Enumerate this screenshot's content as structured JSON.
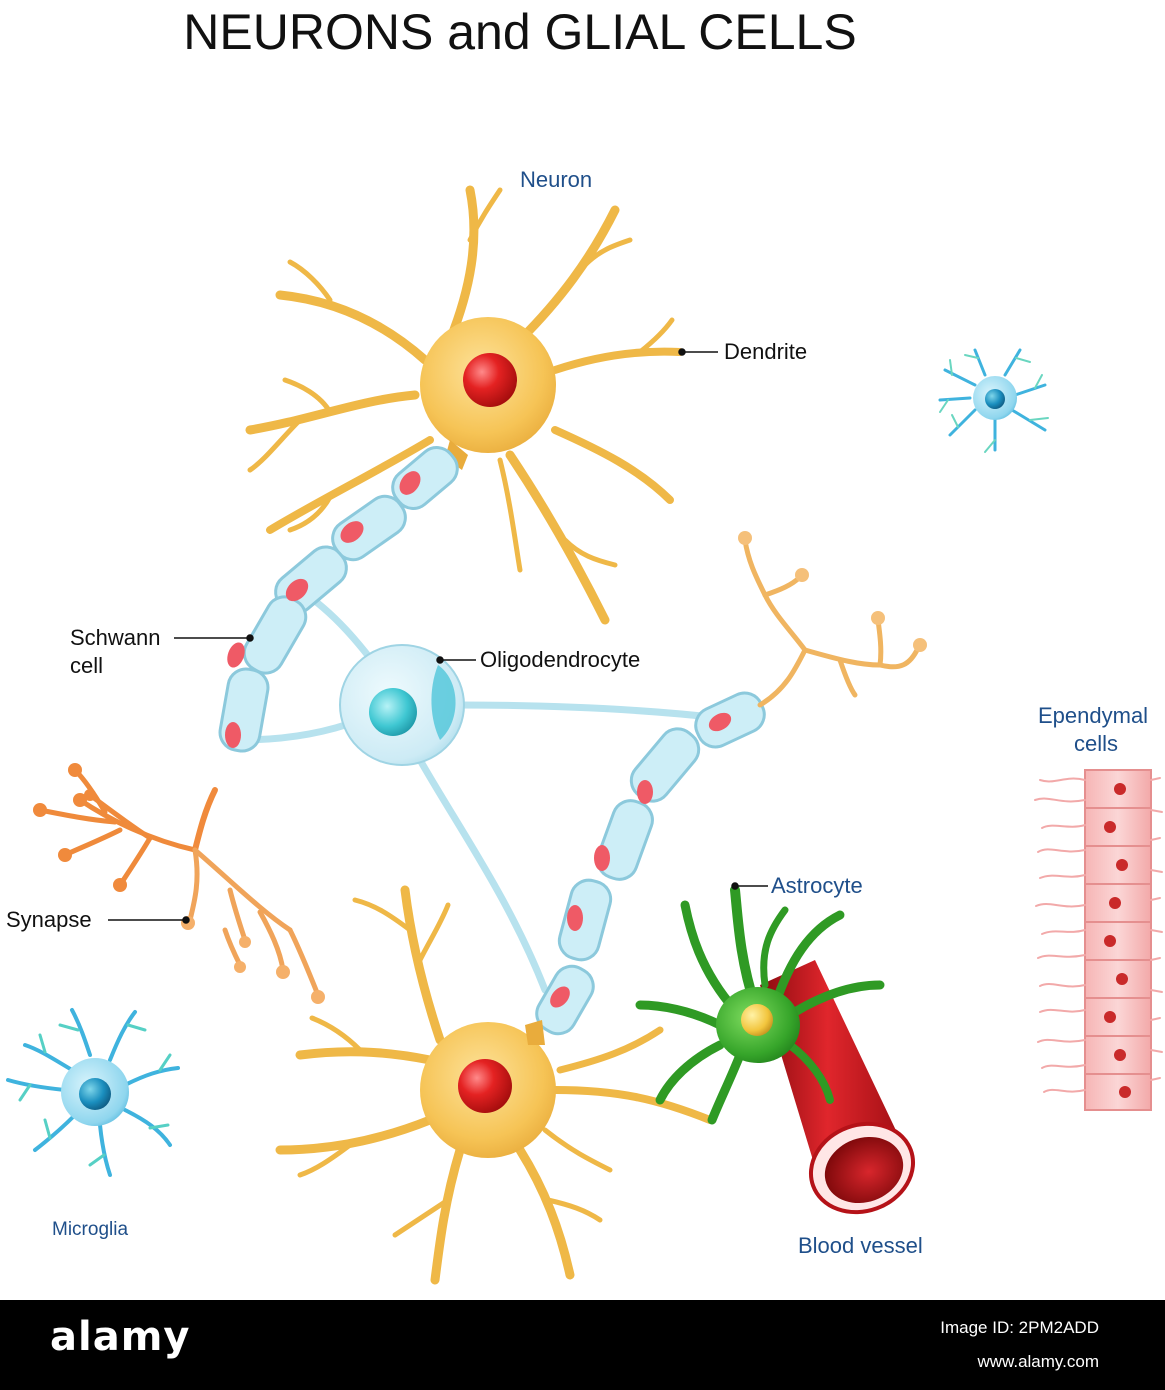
{
  "title": "NEURONS and GLIAL CELLS",
  "labels": {
    "neuron": "Neuron",
    "dendrite": "Dendrite",
    "schwann_line1": "Schwann",
    "schwann_line2": "cell",
    "oligodendrocyte": "Oligodendrocyte",
    "ependymal_line1": "Ependymal",
    "ependymal_line2": "cells",
    "synapse": "Synapse",
    "astrocyte": "Astrocyte",
    "microglia": "Microglia",
    "blood_vessel": "Blood vessel"
  },
  "footer": {
    "brand": "alamy",
    "image_id": "Image ID: 2PM2ADD",
    "site": "www.alamy.com"
  },
  "colors": {
    "neuron_body": "#f6c456",
    "neuron_branch": "#eab443",
    "nucleus": "#e32020",
    "myelin": "#cdeef7",
    "myelin_stroke": "#8cc9dc",
    "schwann_nucleus": "#ef5a66",
    "oligo_body": "#d5eef6",
    "oligo_nucleus": "#3fc7d2",
    "synapse_branch": "#f0a45a",
    "astrocyte": "#3ba52c",
    "vessel": "#c8141c",
    "ependymal": "#f7c3c3",
    "microglia_branch": "#3fb3de",
    "microglia_nucleus": "#177fb4"
  }
}
